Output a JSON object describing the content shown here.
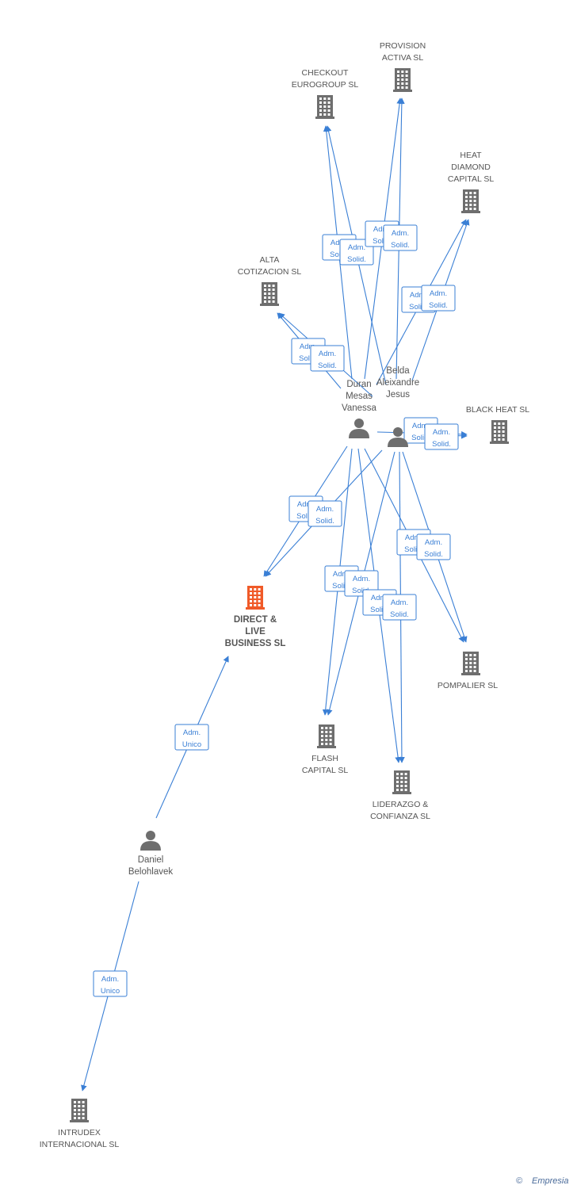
{
  "colors": {
    "edge": "#3a7fd5",
    "node": "#6e6e6e",
    "main_company": "#f05a28",
    "text": "#555555"
  },
  "companies": [
    {
      "id": "checkout",
      "lines": [
        "CHECKOUT",
        "EUROGROUP SL"
      ],
      "icon": "building-icon",
      "main": false
    },
    {
      "id": "provision",
      "lines": [
        "PROVISION",
        "ACTIVA SL"
      ],
      "icon": "building-icon",
      "main": false
    },
    {
      "id": "heat",
      "lines": [
        "HEAT",
        "DIAMOND",
        "CAPITAL SL"
      ],
      "icon": "building-icon",
      "main": false
    },
    {
      "id": "alta",
      "lines": [
        "ALTA",
        "COTIZACION SL"
      ],
      "icon": "building-icon",
      "main": false
    },
    {
      "id": "blackheat",
      "lines": [
        "BLACK HEAT SL"
      ],
      "icon": "building-icon",
      "main": false
    },
    {
      "id": "direct",
      "lines": [
        "DIRECT &",
        "LIVE",
        "BUSINESS SL"
      ],
      "icon": "building-icon",
      "main": true
    },
    {
      "id": "pompalier",
      "lines": [
        "POMPALIER SL"
      ],
      "icon": "building-icon",
      "main": false
    },
    {
      "id": "flash",
      "lines": [
        "FLASH",
        "CAPITAL SL"
      ],
      "icon": "building-icon",
      "main": false
    },
    {
      "id": "liderazgo",
      "lines": [
        "LIDERAZGO &",
        "CONFIANZA SL"
      ],
      "icon": "building-icon",
      "main": false
    },
    {
      "id": "intrudex",
      "lines": [
        "INTRUDEX",
        "INTERNACIONAL SL"
      ],
      "icon": "building-icon",
      "main": false
    }
  ],
  "persons": [
    {
      "id": "duran",
      "lines": [
        "Duran",
        "Mesas",
        "Vanessa"
      ],
      "icon": "person-icon"
    },
    {
      "id": "belda",
      "lines": [
        "Belda",
        "Aleixandre",
        "Jesus"
      ],
      "icon": "person-icon"
    },
    {
      "id": "daniel",
      "lines": [
        "Daniel",
        "Belohlavek"
      ],
      "icon": "person-icon"
    }
  ],
  "edges": [
    {
      "from": "duran",
      "to": "checkout",
      "label": [
        "Adm.",
        "Solid."
      ]
    },
    {
      "from": "belda",
      "to": "checkout",
      "label": [
        "Adm.",
        "Solid."
      ]
    },
    {
      "from": "duran",
      "to": "provision",
      "label": [
        "Adm.",
        "Solid."
      ]
    },
    {
      "from": "belda",
      "to": "provision",
      "label": [
        "Adm.",
        "Solid."
      ]
    },
    {
      "from": "duran",
      "to": "heat",
      "label": [
        "Adm.",
        "Solid."
      ]
    },
    {
      "from": "belda",
      "to": "heat",
      "label": [
        "Adm.",
        "Solid."
      ]
    },
    {
      "from": "duran",
      "to": "alta",
      "label": [
        "Adm.",
        "Solid."
      ]
    },
    {
      "from": "belda",
      "to": "alta",
      "label": [
        "Adm.",
        "Solid."
      ]
    },
    {
      "from": "duran",
      "to": "blackheat",
      "label": [
        "Adm.",
        "Solid."
      ]
    },
    {
      "from": "belda",
      "to": "blackheat",
      "label": [
        "Adm.",
        "Solid."
      ]
    },
    {
      "from": "duran",
      "to": "direct",
      "label": [
        "Adm.",
        "Solid."
      ]
    },
    {
      "from": "belda",
      "to": "direct",
      "label": [
        "Adm.",
        "Solid."
      ]
    },
    {
      "from": "duran",
      "to": "pompalier",
      "label": [
        "Adm.",
        "Solid."
      ]
    },
    {
      "from": "belda",
      "to": "pompalier",
      "label": [
        "Adm.",
        "Solid."
      ]
    },
    {
      "from": "duran",
      "to": "flash",
      "label": [
        "Adm.",
        "Solid."
      ]
    },
    {
      "from": "belda",
      "to": "flash",
      "label": [
        "Adm.",
        "Solid."
      ]
    },
    {
      "from": "duran",
      "to": "liderazgo",
      "label": [
        "Adm.",
        "Solid."
      ]
    },
    {
      "from": "belda",
      "to": "liderazgo",
      "label": [
        "Adm.",
        "Solid."
      ]
    },
    {
      "from": "daniel",
      "to": "direct",
      "label": [
        "Adm.",
        "Unico"
      ]
    },
    {
      "from": "daniel",
      "to": "intrudex",
      "label": [
        "Adm.",
        "Unico"
      ]
    }
  ],
  "watermark": {
    "copyright": "©",
    "brand": "Empresia"
  }
}
